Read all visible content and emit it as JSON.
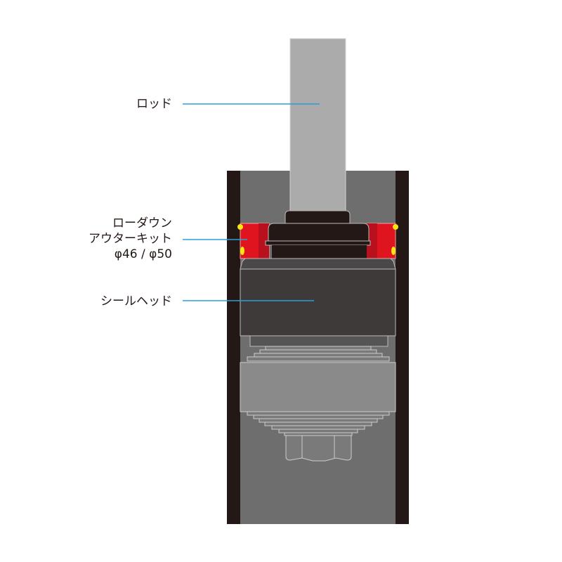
{
  "labels": {
    "rod": "ロッド",
    "lowdown_line1": "ローダウン",
    "lowdown_line2": "アウターキット",
    "lowdown_line3": "φ46 / φ50",
    "seal_head": "シールヘッド"
  },
  "colors": {
    "leader_line": "#2a9fd8",
    "ring_red": "#e0141e",
    "ring_dark_red": "#b8101c",
    "marker_yellow": "#f7e60f",
    "wall": "#231815"
  }
}
